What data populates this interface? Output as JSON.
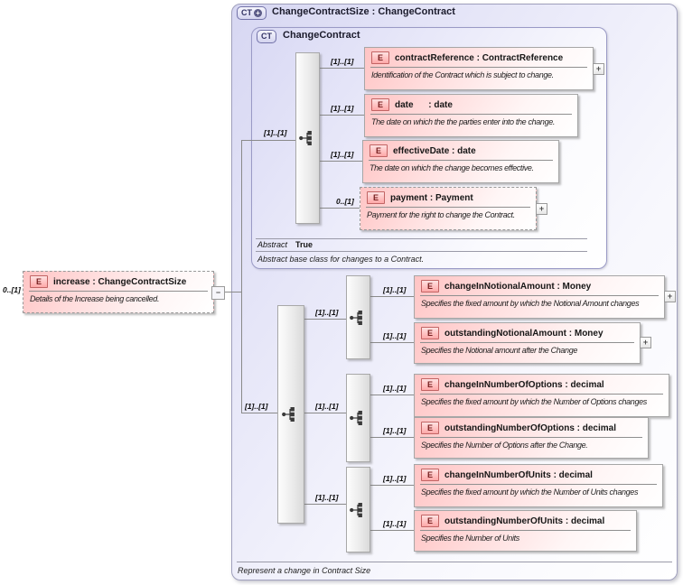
{
  "badges": {
    "complex_type": "CT",
    "element": "E",
    "plus": "+"
  },
  "icons": {
    "expand": "+",
    "collapse": "−"
  },
  "colors": {
    "lavender": "#d7d7f2",
    "pink": "#ffc4c4",
    "line": "#8a8a8a"
  },
  "title": {
    "badge": "CT",
    "text": "ChangeContractSize : ChangeContract"
  },
  "root_annotation": "Represent a change in Contract Size",
  "root_element": {
    "cardinality": "0..[1]",
    "title": "increase : ChangeContractSize",
    "description": "Details of the Increase being cancelled."
  },
  "base_type": {
    "badge": "CT",
    "text": "ChangeContract",
    "sequence_cardinality": "[1]..[1]",
    "facets": {
      "abstract_label": "Abstract",
      "abstract_value": "True"
    },
    "annotation": "Abstract base class for changes to a Contract.",
    "elements": [
      {
        "cardinality": "[1]..[1]",
        "title": "contractReference : ContractReference",
        "description": "Identification of the Contract which is subject to change."
      },
      {
        "cardinality": "[1]..[1]",
        "title": "date      : date",
        "description": "The date on which the the parties enter into the change."
      },
      {
        "cardinality": "[1]..[1]",
        "title": "effectiveDate : date",
        "description": "The date on which the change becomes effective."
      },
      {
        "cardinality": "0..[1]",
        "title": "payment : Payment",
        "description": "Payment for the right to change the Contract."
      }
    ]
  },
  "extension": {
    "sequence_cardinality": "[1]..[1]",
    "groups": [
      {
        "cardinality": "[1]..[1]",
        "elements": [
          {
            "cardinality": "[1]..[1]",
            "title": "changeInNotionalAmount : Money",
            "description": "Specifies the fixed amount by which the Notional Amount changes"
          },
          {
            "cardinality": "[1]..[1]",
            "title": "outstandingNotionalAmount : Money",
            "description": "Specifies the Notional amount after the Change"
          }
        ]
      },
      {
        "cardinality": "[1]..[1]",
        "elements": [
          {
            "cardinality": "[1]..[1]",
            "title": "changeInNumberOfOptions : decimal",
            "description": "Specifies the fixed amount by which the Number of Options changes"
          },
          {
            "cardinality": "[1]..[1]",
            "title": "outstandingNumberOfOptions : decimal",
            "description": "Specifies the Number of Options after the Change."
          }
        ]
      },
      {
        "cardinality": "[1]..[1]",
        "elements": [
          {
            "cardinality": "[1]..[1]",
            "title": "changeInNumberOfUnits : decimal",
            "description": "Specifies the fixed amount by which the Number of Units changes"
          },
          {
            "cardinality": "[1]..[1]",
            "title": "outstandingNumberOfUnits : decimal",
            "description": "Specifies the Number of Units"
          }
        ]
      }
    ]
  }
}
